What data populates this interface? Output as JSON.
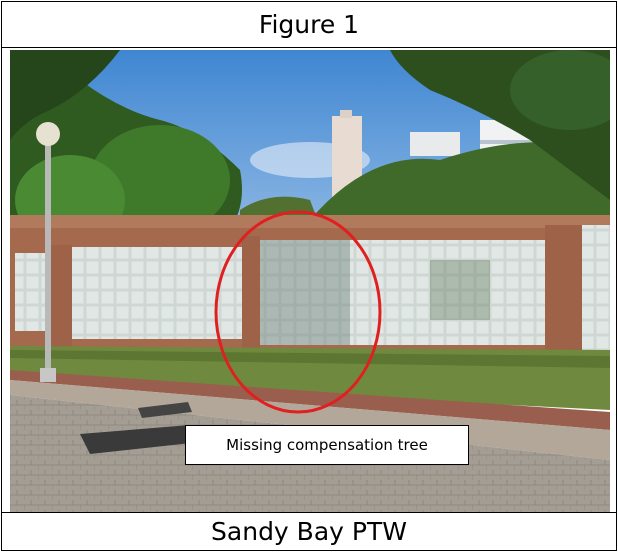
{
  "figure": {
    "title": "Figure 1",
    "callout": "Missing compensation tree",
    "caption": "Sandy Bay PTW"
  },
  "colors": {
    "sky": "#4a8fd6",
    "wall_brick": "#a86a4f",
    "glass": "#c9d3d3",
    "pavement": "#9f9a92",
    "highlight_circle": "#e02020"
  }
}
